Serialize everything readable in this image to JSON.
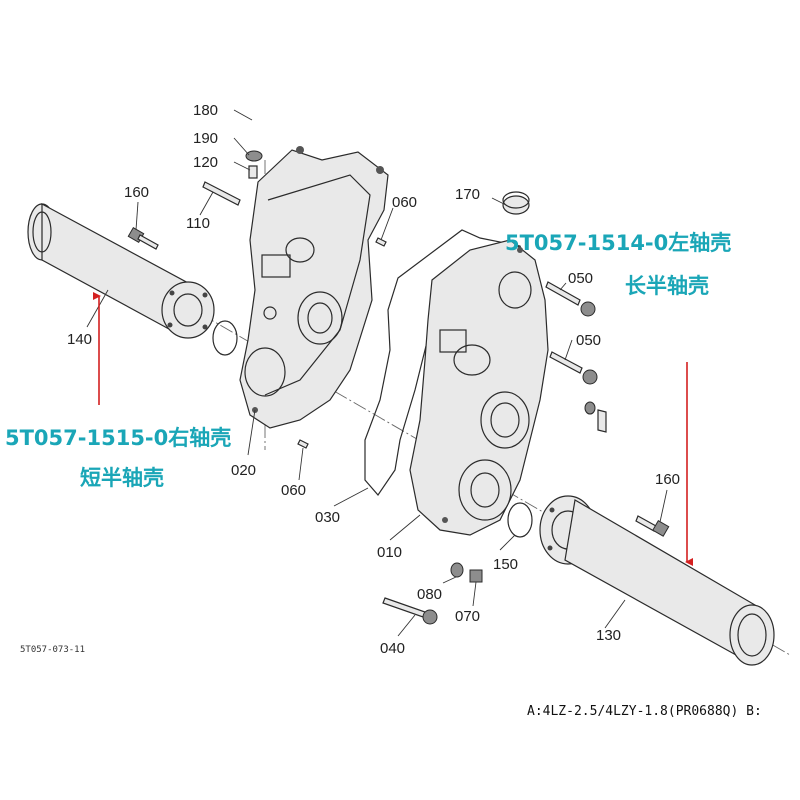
{
  "callouts": [
    {
      "id": "c180",
      "label": "180"
    },
    {
      "id": "c190",
      "label": "190"
    },
    {
      "id": "c120",
      "label": "120"
    },
    {
      "id": "c110",
      "label": "110"
    },
    {
      "id": "c160a",
      "label": "160"
    },
    {
      "id": "c140",
      "label": "140"
    },
    {
      "id": "c060a",
      "label": "060"
    },
    {
      "id": "c170",
      "label": "170"
    },
    {
      "id": "c050a",
      "label": "050"
    },
    {
      "id": "c050b",
      "label": "050"
    },
    {
      "id": "c020",
      "label": "020"
    },
    {
      "id": "c060b",
      "label": "060"
    },
    {
      "id": "c030",
      "label": "030"
    },
    {
      "id": "c010",
      "label": "010"
    },
    {
      "id": "c150",
      "label": "150"
    },
    {
      "id": "c160b",
      "label": "160"
    },
    {
      "id": "c080",
      "label": "080"
    },
    {
      "id": "c070",
      "label": "070"
    },
    {
      "id": "c130",
      "label": "130"
    },
    {
      "id": "c040",
      "label": "040"
    }
  ],
  "annotations": {
    "left_line1": "5T057-1515-0右轴壳",
    "left_line2": "短半轴壳",
    "right_line1": "5T057-1514-0左轴壳",
    "right_line2": "长半轴壳"
  },
  "diagram_code": "5T057-073-11",
  "footer_text": "A:4LZ-2.5/4LZY-1.8(PR0688Q) B:",
  "colors": {
    "annotation": "#1aa6b7",
    "arrow": "#d42020",
    "line": "#2b2b2b"
  }
}
